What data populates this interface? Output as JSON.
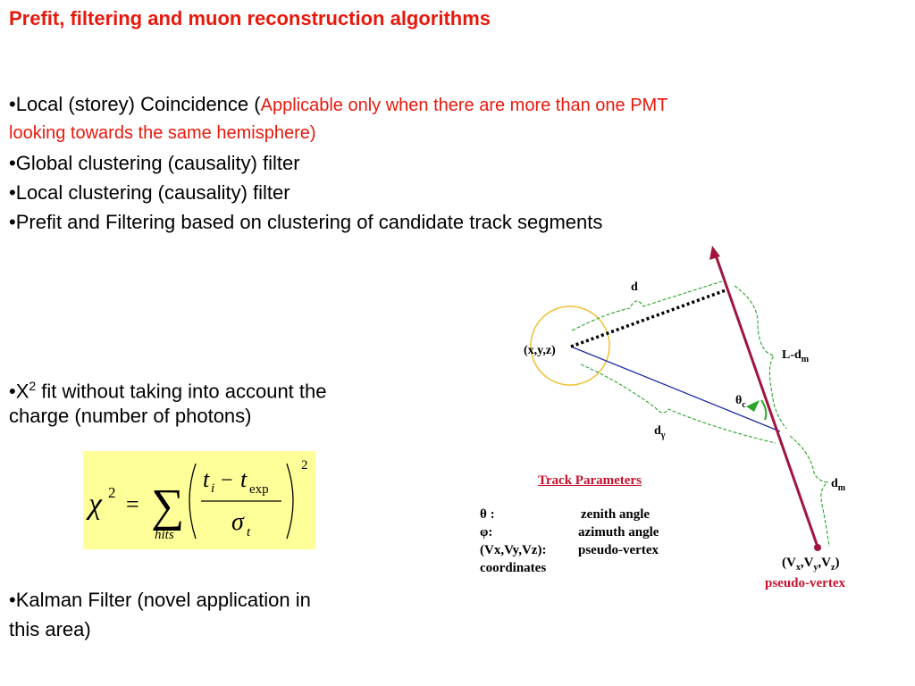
{
  "title": "Prefit, filtering and muon reconstruction algorithms",
  "bullets": {
    "b1_text": "•Local (storey) Coincidence (",
    "b1_note_a": "Applicable only when there are more than one PMT",
    "b1_note_b": "looking towards the same hemisphere)",
    "b2": "•Global clustering (causality) filter",
    "b3": "•Local clustering (causality) filter",
    "b4": "•Prefit and Filtering based on clustering of candidate track segments",
    "b5_prefix": "•X",
    "b5_sup": "2",
    "b5_line1_rest": " fit without taking into account the",
    "b5_line2": "charge (number of photons)",
    "b6_line1": "•Kalman Filter (novel application in",
    "b6_line2": "this area)"
  },
  "formula": {
    "chi": "χ",
    "exp2": "2",
    "equals": "=",
    "sum": "∑",
    "sum_sub": "hits",
    "t": "t",
    "i": "i",
    "minus": "−",
    "t2": "t",
    "exp_sub": "exp",
    "sigma": "σ",
    "sigma_sub": "t",
    "outer_exp": "2"
  },
  "diagram": {
    "point_label": "(x,y,z)",
    "d_label": "d",
    "ldm_label": "L-d",
    "ldm_sub": "m",
    "theta_label": "θ",
    "theta_sub": "c",
    "dgamma_label": "d",
    "dgamma_sub": "γ",
    "dm_label": "d",
    "dm_sub": "m",
    "vertex_open": "(V",
    "vertex_x": "x",
    "vertex_comma1": ",V",
    "vertex_y": "y",
    "vertex_comma2": ",V",
    "vertex_z": "z",
    "vertex_close": ")",
    "pseudo_vertex": "pseudo-vertex"
  },
  "track_parameters": {
    "title": "Track Parameters",
    "rows": [
      {
        "symbol": "θ :",
        "desc": "zenith angle"
      },
      {
        "symbol": "φ:",
        "desc": "azimuth angle"
      },
      {
        "symbol": "(Vx,Vy,Vz):",
        "desc": "pseudo-vertex"
      },
      {
        "symbol": "coordinates",
        "desc": ""
      }
    ]
  },
  "colors": {
    "title_red": "#e8190c",
    "track_line": "#a0153e",
    "blue_line": "#1c2aa5",
    "circle": "#f0c030",
    "brace_green": "#2aa52a",
    "formula_bg": "#ffff99"
  }
}
